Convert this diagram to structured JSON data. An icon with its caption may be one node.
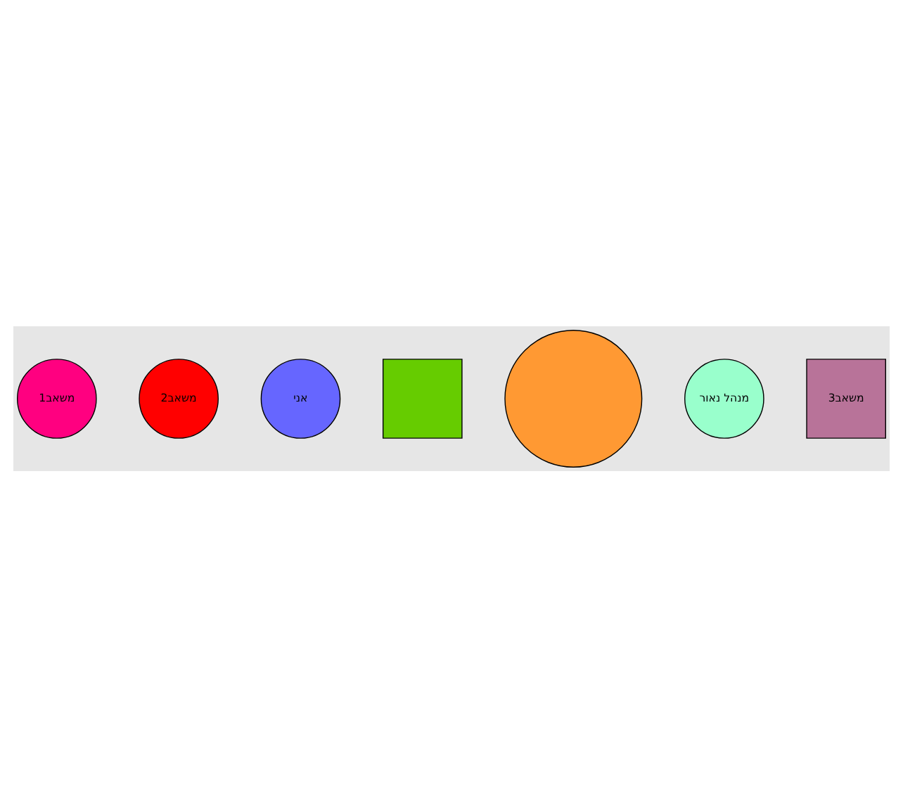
{
  "diagram": {
    "nodes": [
      {
        "text": [
          "משאב1"
        ]
      },
      {
        "text": [
          "משאב2"
        ]
      },
      {
        "text": [
          "אני"
        ]
      },
      {
        "text": [],
        "shape": "box"
      },
      {
        "text": [],
        "shape": "circle"
      },
      {
        "text": [
          "מנהל נאור"
        ]
      },
      {
        "text": [
          "משאב3"
        ]
      }
    ]
  }
}
